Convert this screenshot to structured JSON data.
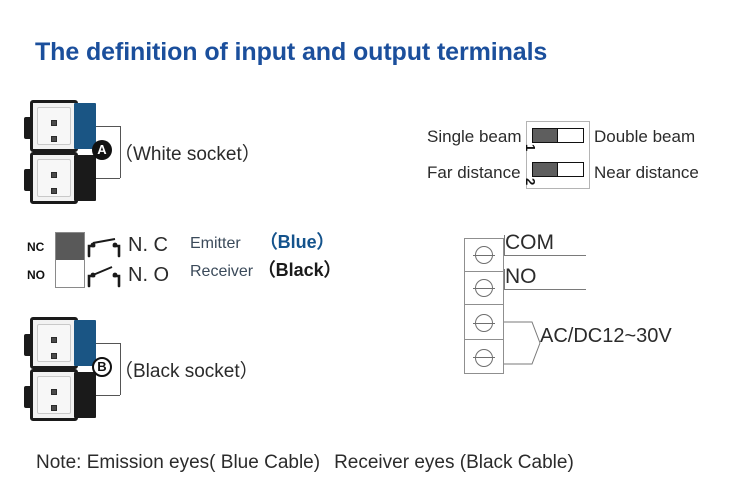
{
  "title": "The definition of input and output terminals",
  "socket_groups": [
    {
      "marker": "A",
      "marker_style": "filled",
      "label": "（White socket）",
      "top_cable": "blue",
      "bottom_cable": "black"
    },
    {
      "marker": "B",
      "marker_style": "outline",
      "label": "（Black socket）",
      "top_cable": "blue",
      "bottom_cable": "black"
    }
  ],
  "relay": {
    "nc_tag": "NC",
    "no_tag": "NO",
    "nc_label": "N. C",
    "no_label": "N. O",
    "nc_fill_color": "#595959",
    "no_fill_color": "#ffffff"
  },
  "cable_legend": {
    "emitter_name": "Emitter",
    "emitter_open": "（",
    "emitter_color": "Blue",
    "emitter_close": "）",
    "receiver_name": "Receiver",
    "receiver_open": "（",
    "receiver_color": "Black",
    "receiver_close": "）",
    "blue_hex": "#14538c",
    "black_hex": "#1a1a1a"
  },
  "dip_switch": {
    "rows": [
      {
        "number": "1",
        "left_label": "Single beam",
        "right_label": "Double  beam",
        "position": "left"
      },
      {
        "number": "2",
        "left_label": "Far distance",
        "right_label": "Near distance",
        "position": "left"
      }
    ]
  },
  "terminal_block": {
    "terminals": [
      {
        "label": "COM"
      },
      {
        "label": "NO"
      },
      {
        "label": ""
      },
      {
        "label": ""
      }
    ],
    "supply_label": "AC/DC12~30V"
  },
  "note": {
    "prefix": "Note: Emission eyes( Blue Cable)",
    "suffix": "Receiver eyes (Black Cable)"
  },
  "colors": {
    "title_blue": "#1b4f9c",
    "cable_blue": "#1a5584",
    "cable_black": "#1a1a1a"
  }
}
